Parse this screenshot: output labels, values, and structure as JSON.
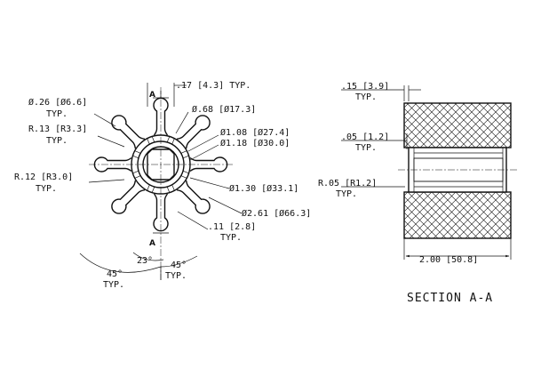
{
  "impeller_dims": {
    "hub_thickness": ".17 [4.3] TYP.",
    "vane_tip_dia": "Ø.26 [Ø6.6]",
    "vane_tip_dia_note": "TYP.",
    "root_radius": "R.13 [R3.3]",
    "root_radius_note": "TYP.",
    "bore_dia": "Ø.68 [Ø17.3]",
    "insert_dia": "Ø1.08 [Ø27.4]",
    "hub_dia": "Ø1.18 [Ø30.0]",
    "fillet_radius": "R.12 [R3.0]",
    "fillet_radius_note": "TYP.",
    "body_dia": "Ø1.30 [Ø33.1]",
    "outer_dia": "Ø2.61 [Ø66.3]",
    "vane_width": ".11 [2.8]",
    "vane_width_note": "TYP.",
    "angle_small": "23°",
    "angle_left": "45°",
    "angle_left_note": "TYP.",
    "angle_right": "45°",
    "angle_right_note": "TYP."
  },
  "section_dims": {
    "flange_thickness": ".15 [3.9]",
    "flange_thickness_note": "TYP.",
    "sleeve_wall": ".05 [1.2]",
    "sleeve_wall_note": "TYP.",
    "edge_radius": "R.05 [R1.2]",
    "edge_radius_note": "TYP.",
    "length": "2.00 [50.8]"
  },
  "section_marker": "A",
  "section_title": "SECTION A-A"
}
